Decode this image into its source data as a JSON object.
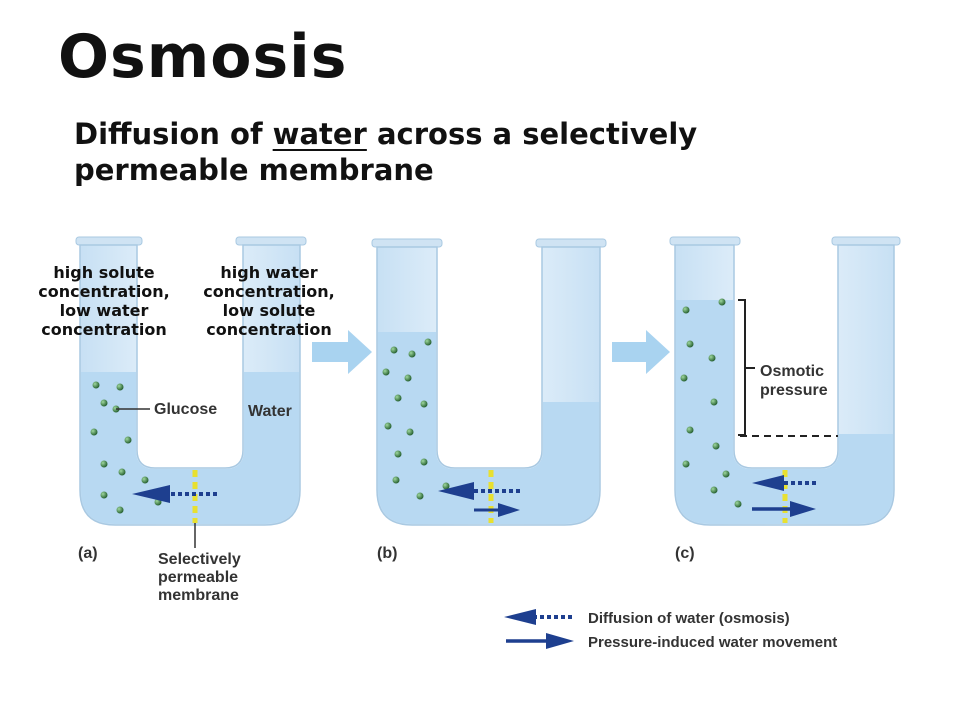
{
  "title": "Osmosis",
  "subtitle": {
    "part1": "Diffusion of ",
    "underlined": "water",
    "part2": " across a selectively",
    "line2": "permeable membrane"
  },
  "notes": {
    "left": [
      "high solute",
      "concentration,",
      "low water",
      "concentration"
    ],
    "right": [
      "high water",
      "concentration,",
      "low solute",
      "concentration"
    ]
  },
  "labels": {
    "glucose": "Glucose",
    "water": "Water",
    "membrane": [
      "Selectively",
      "permeable",
      "membrane"
    ],
    "osmotic": [
      "Osmotic",
      "pressure"
    ],
    "panel_a": "(a)",
    "panel_b": "(b)",
    "panel_c": "(c)"
  },
  "legend": {
    "diffusion": "Diffusion of water (osmosis)",
    "pressure": "Pressure-induced water movement"
  },
  "colors": {
    "water": "#b8d9f2",
    "tube": "#dcecf8",
    "arrow": "#1e3f8f",
    "membrane": "#e8e030"
  }
}
